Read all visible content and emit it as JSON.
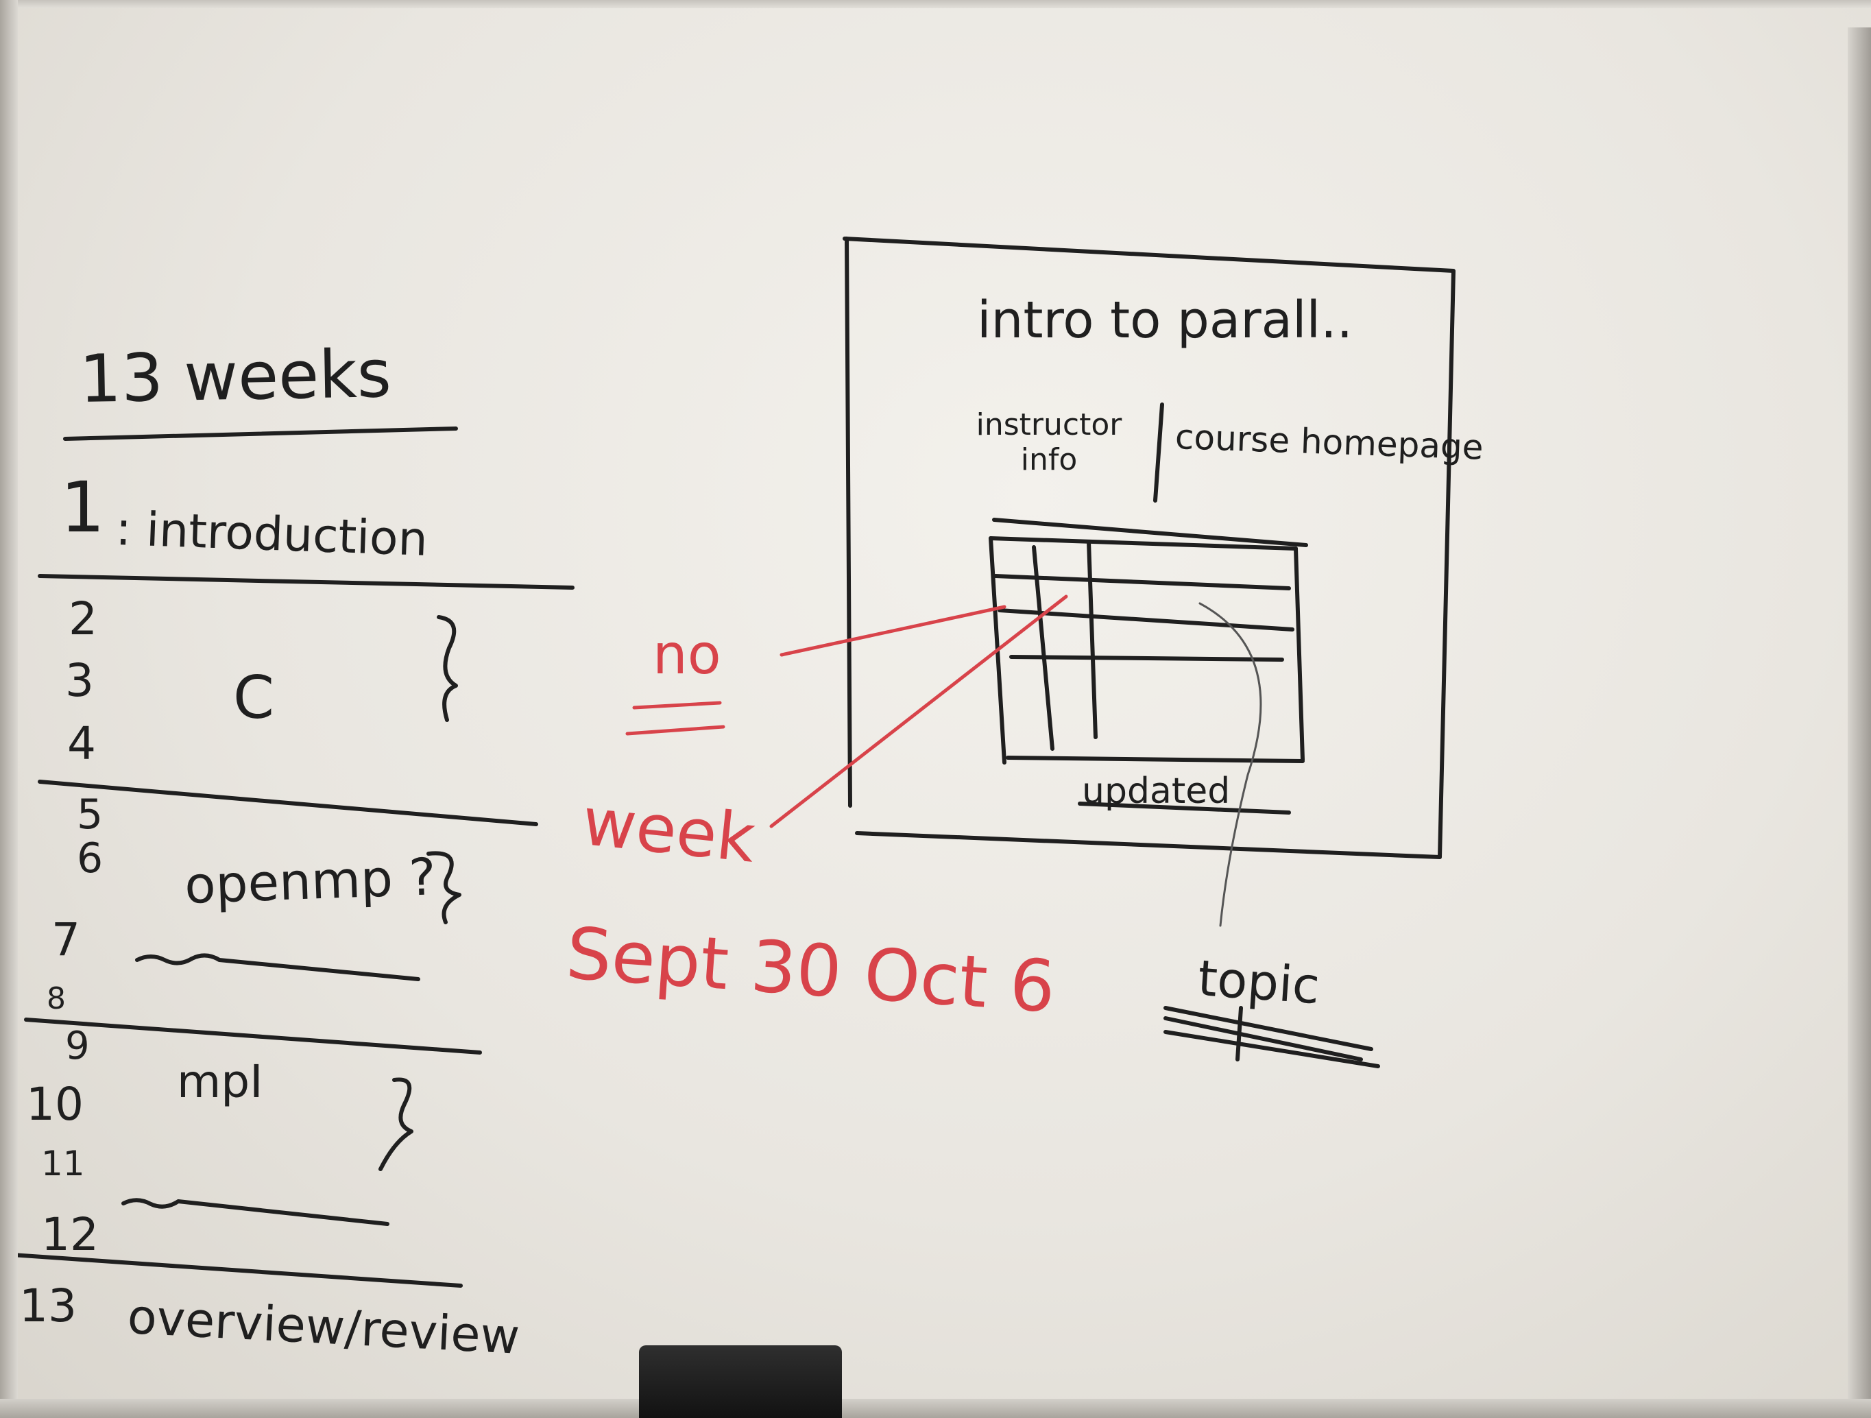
{
  "whiteboard": {
    "left_list": {
      "heading": "13 weeks",
      "items": [
        {
          "week": "1",
          "label": ": introduction"
        },
        {
          "week": "2"
        },
        {
          "week": "3",
          "label": "C"
        },
        {
          "week": "4"
        },
        {
          "week": "5"
        },
        {
          "week": "6",
          "label": "openmp ?"
        },
        {
          "week": "7"
        },
        {
          "week": "8"
        },
        {
          "week": "9"
        },
        {
          "week": "10",
          "label": "mpI"
        },
        {
          "week": "11"
        },
        {
          "week": "12"
        },
        {
          "week": "13",
          "label": "overview/review"
        }
      ]
    },
    "page_sketch": {
      "title": "intro to parall..",
      "instructor_info": "instructor info",
      "course_homepage": "course homepage",
      "updated_label": "updated",
      "topic_label": "topic"
    },
    "red_notes": {
      "no": "no",
      "week": "week",
      "dates": "Sept 30 Oct 6"
    }
  }
}
